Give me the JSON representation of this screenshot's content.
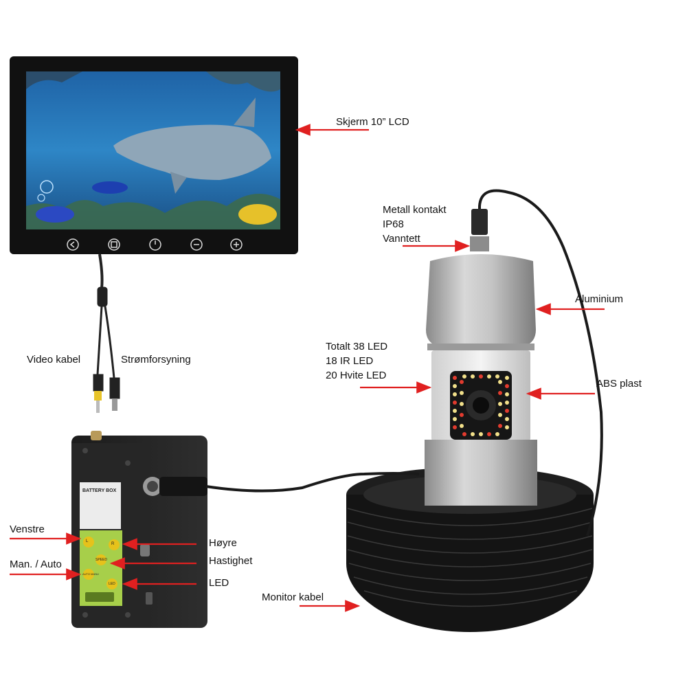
{
  "labels": {
    "screen": "Skjerm 10” LCD",
    "connector": [
      "Metall kontakt",
      "IP68",
      "Vanntett"
    ],
    "aluminium": "Aluminium",
    "led": [
      "Totalt 38 LED",
      "18 IR LED",
      "20 Hvite LED"
    ],
    "abs": "ABS plast",
    "video_cable": "Video kabel",
    "power": "Strømforsyning",
    "left": "Venstre",
    "right": "Høyre",
    "speed": "Hastighet",
    "man_auto": "Man. / Auto",
    "led_button": "LED",
    "monitor_cable": "Monitor kabel"
  },
  "battery_box": {
    "title": "BATTERY BOX",
    "buttons": {
      "left": "L",
      "right": "R",
      "speed": "SPEED",
      "auto": "AUTO MANU",
      "led": "LED"
    }
  },
  "colors": {
    "arrow": "#e02020",
    "device_dark": "#1a1a1a",
    "aluminium": "#b8b8b8",
    "panel_green": "#a7cf4a"
  },
  "icons": [
    "back-icon",
    "menu-icon",
    "power-icon",
    "minus-icon",
    "plus-icon"
  ]
}
